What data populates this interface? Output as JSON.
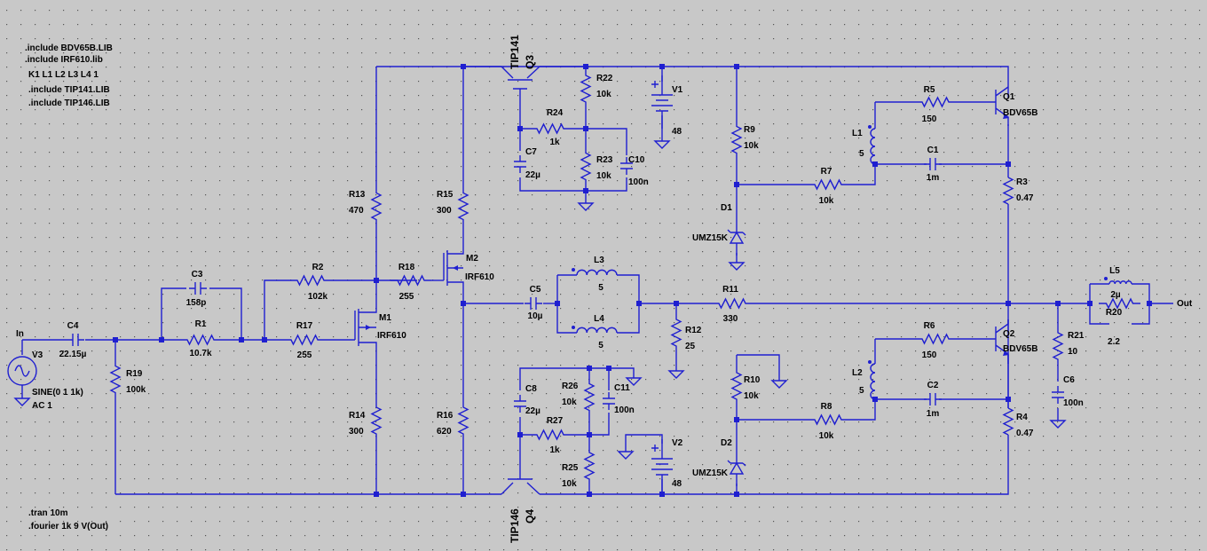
{
  "directives": [
    ".include BDV65B.LIB",
    ".include IRF610.lib",
    "K1 L1 L2 L3 L4 1",
    ".include TIP141.LIB",
    ".include TIP146.LIB"
  ],
  "analysis": [
    ".tran 10m",
    ".fourier 1k 9 V(Out)"
  ],
  "nets": {
    "in": "In",
    "out": "Out"
  },
  "source": {
    "name": "V3",
    "value1": "SINE(0 1 1k)",
    "value2": "AC 1"
  },
  "supplies": [
    {
      "name": "V1",
      "value": "48"
    },
    {
      "name": "V2",
      "value": "48"
    }
  ],
  "transistors": {
    "Q1": {
      "name": "Q1",
      "model": "BDV65B"
    },
    "Q2": {
      "name": "Q2",
      "model": "BDV65B"
    },
    "Q3": {
      "name": "Q3",
      "model": "TIP141"
    },
    "Q4": {
      "name": "Q4",
      "model": "TIP146"
    },
    "M1": {
      "name": "M1",
      "model": "IRF610"
    },
    "M2": {
      "name": "M2",
      "model": "IRF610"
    }
  },
  "diodes": {
    "D1": {
      "name": "D1",
      "model": "UMZ15K"
    },
    "D2": {
      "name": "D2",
      "model": "UMZ15K"
    }
  },
  "resistors": {
    "R1": {
      "name": "R1",
      "value": "10.7k"
    },
    "R2": {
      "name": "R2",
      "value": "102k"
    },
    "R3": {
      "name": "R3",
      "value": "0.47"
    },
    "R4": {
      "name": "R4",
      "value": "0.47"
    },
    "R5": {
      "name": "R5",
      "value": "150"
    },
    "R6": {
      "name": "R6",
      "value": "150"
    },
    "R7": {
      "name": "R7",
      "value": "10k"
    },
    "R8": {
      "name": "R8",
      "value": "10k"
    },
    "R9": {
      "name": "R9",
      "value": "10k"
    },
    "R10": {
      "name": "R10",
      "value": "10k"
    },
    "R11": {
      "name": "R11",
      "value": "330"
    },
    "R12": {
      "name": "R12",
      "value": "25"
    },
    "R13": {
      "name": "R13",
      "value": "470"
    },
    "R14": {
      "name": "R14",
      "value": "300"
    },
    "R15": {
      "name": "R15",
      "value": "300"
    },
    "R16": {
      "name": "R16",
      "value": "620"
    },
    "R17": {
      "name": "R17",
      "value": "255"
    },
    "R18": {
      "name": "R18",
      "value": "255"
    },
    "R19": {
      "name": "R19",
      "value": "100k"
    },
    "R20": {
      "name": "R20",
      "value": "2.2"
    },
    "R21": {
      "name": "R21",
      "value": "10"
    },
    "R22": {
      "name": "R22",
      "value": "10k"
    },
    "R23": {
      "name": "R23",
      "value": "10k"
    },
    "R24": {
      "name": "R24",
      "value": "1k"
    },
    "R25": {
      "name": "R25",
      "value": "10k"
    },
    "R26": {
      "name": "R26",
      "value": "10k"
    },
    "R27": {
      "name": "R27",
      "value": "1k"
    }
  },
  "capacitors": {
    "C1": {
      "name": "C1",
      "value": "1m"
    },
    "C2": {
      "name": "C2",
      "value": "1m"
    },
    "C3": {
      "name": "C3",
      "value": "158p"
    },
    "C4": {
      "name": "C4",
      "value": "22.15µ"
    },
    "C5": {
      "name": "C5",
      "value": "10µ"
    },
    "C6": {
      "name": "C6",
      "value": "100n"
    },
    "C7": {
      "name": "C7",
      "value": "22µ"
    },
    "C8": {
      "name": "C8",
      "value": "22µ"
    },
    "C10": {
      "name": "C10",
      "value": "100n"
    },
    "C11": {
      "name": "C11",
      "value": "100n"
    }
  },
  "inductors": {
    "L1": {
      "name": "L1",
      "value": "5"
    },
    "L2": {
      "name": "L2",
      "value": "5"
    },
    "L3": {
      "name": "L3",
      "value": "5"
    },
    "L4": {
      "name": "L4",
      "value": "5"
    },
    "L5": {
      "name": "L5",
      "value": "2µ"
    }
  }
}
